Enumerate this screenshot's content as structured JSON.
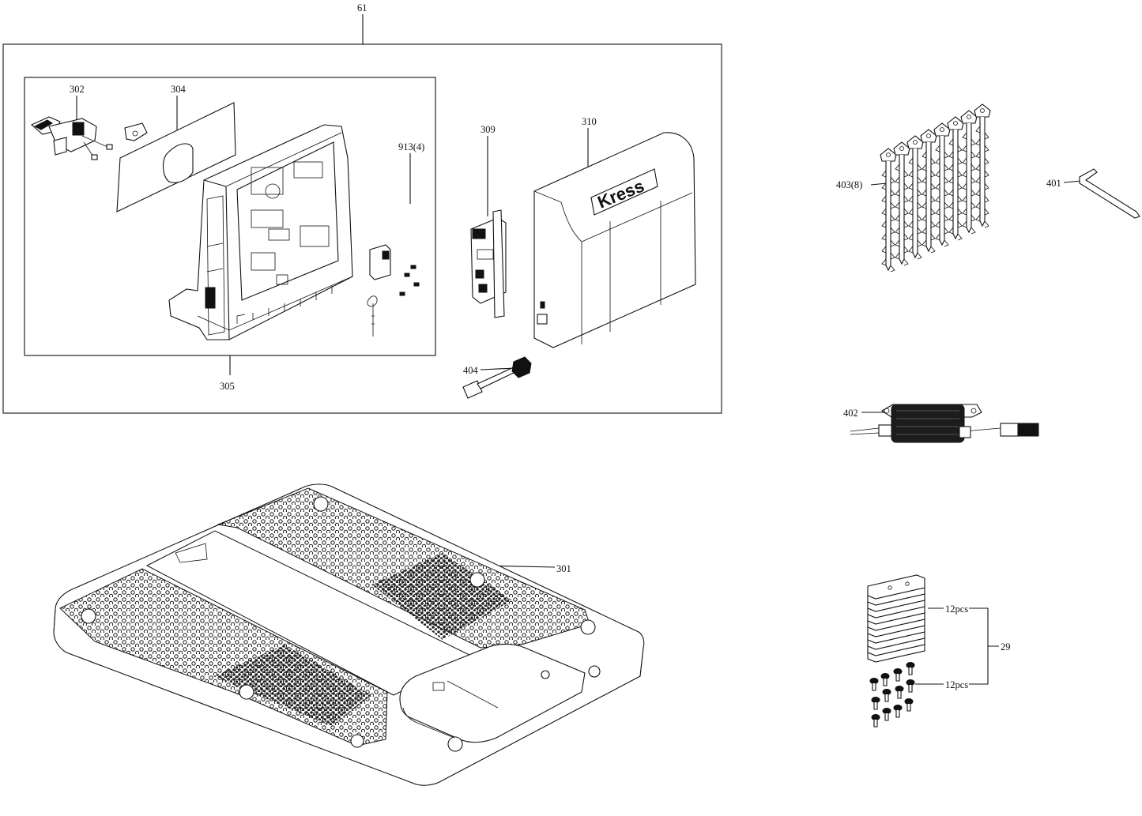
{
  "brand_text": "Kress",
  "callouts": {
    "assembly": "61",
    "c302": "302",
    "c304": "304",
    "c305": "305",
    "c913": "913(4)",
    "c309": "309",
    "c310": "310",
    "c404": "404",
    "c403": "403(8)",
    "c401": "401",
    "c402": "402",
    "c301": "301",
    "qty_blades": "12pcs",
    "qty_screws": "12pcs",
    "c29": "29"
  }
}
